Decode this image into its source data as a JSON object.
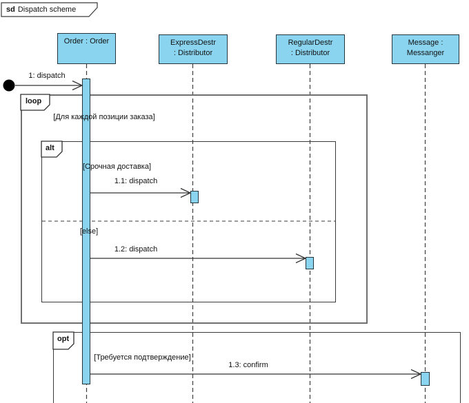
{
  "diagram": {
    "keyword": "sd",
    "title": "Dispatch scheme"
  },
  "lifelines": [
    {
      "line1": "Order : Order",
      "line2": ""
    },
    {
      "line1": "ExpressDestr",
      "line2": ": Distributor"
    },
    {
      "line1": "RegularDestr",
      "line2": ": Distributor"
    },
    {
      "line1": "Message :",
      "line2": "Messanger"
    }
  ],
  "fragments": {
    "loop": {
      "operator": "loop",
      "guard": "[Для каждой позиции заказа]"
    },
    "alt": {
      "operator": "alt",
      "guard1": "[Срочная доставка]",
      "guard2": "[else]"
    },
    "opt": {
      "operator": "opt",
      "guard": "[Требуется подтверждение]"
    }
  },
  "messages": {
    "m1": {
      "label": "1: dispatch"
    },
    "m1_1": {
      "label": "1.1: dispatch"
    },
    "m1_2": {
      "label": "1.2: dispatch"
    },
    "m1_3": {
      "label": "1.3: confirm"
    }
  },
  "colors": {
    "lifeline_fill": "#8ad4ef",
    "shape_border": "#25353d",
    "frame_border": "#3a3a3a",
    "loop_frame_border": "#6f6f6f",
    "line": "#333333",
    "initial_node": "#000000"
  }
}
